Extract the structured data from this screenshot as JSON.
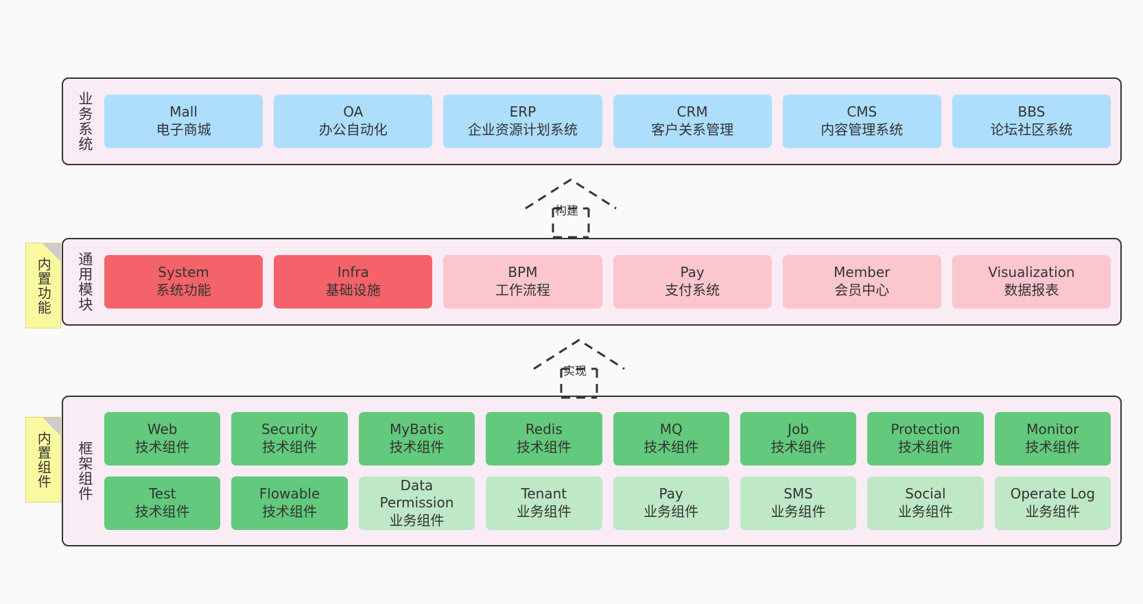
{
  "diagram": {
    "background_color": "#fafafa",
    "layer_bg_color": "#f9ecf5",
    "note_color": "#fbf9a0",
    "colors": {
      "business": "#addefc",
      "module_primary": "#f4636a",
      "module_secondary": "#fbc6ce",
      "tech_component": "#63c97c",
      "biz_component": "#bfe8c6"
    }
  },
  "layers": {
    "business": {
      "title": "业务系统",
      "cards": [
        {
          "name": "Mall",
          "desc": "电子商城"
        },
        {
          "name": "OA",
          "desc": "办公自动化"
        },
        {
          "name": "ERP",
          "desc": "企业资源计划系统"
        },
        {
          "name": "CRM",
          "desc": "客户关系管理"
        },
        {
          "name": "CMS",
          "desc": "内容管理系统"
        },
        {
          "name": "BBS",
          "desc": "论坛社区系统"
        }
      ]
    },
    "module": {
      "title": "通用模块",
      "note": "内置功能",
      "cards": [
        {
          "name": "System",
          "desc": "系统功能"
        },
        {
          "name": "Infra",
          "desc": "基础设施"
        },
        {
          "name": "BPM",
          "desc": "工作流程"
        },
        {
          "name": "Pay",
          "desc": "支付系统"
        },
        {
          "name": "Member",
          "desc": "会员中心"
        },
        {
          "name": "Visualization",
          "desc": "数据报表"
        }
      ]
    },
    "framework": {
      "title": "框架组件",
      "note": "内置组件",
      "row1": [
        {
          "name": "Web",
          "desc": "技术组件"
        },
        {
          "name": "Security",
          "desc": "技术组件"
        },
        {
          "name": "MyBatis",
          "desc": "技术组件"
        },
        {
          "name": "Redis",
          "desc": "技术组件"
        },
        {
          "name": "MQ",
          "desc": "技术组件"
        },
        {
          "name": "Job",
          "desc": "技术组件"
        },
        {
          "name": "Protection",
          "desc": "技术组件"
        },
        {
          "name": "Monitor",
          "desc": "技术组件"
        }
      ],
      "row2": [
        {
          "name": "Test",
          "desc": "技术组件"
        },
        {
          "name": "Flowable",
          "desc": "技术组件"
        },
        {
          "name": "Data Permission",
          "desc": "业务组件"
        },
        {
          "name": "Tenant",
          "desc": "业务组件"
        },
        {
          "name": "Pay",
          "desc": "业务组件"
        },
        {
          "name": "SMS",
          "desc": "业务组件"
        },
        {
          "name": "Social",
          "desc": "业务组件"
        },
        {
          "name": "Operate Log",
          "desc": "业务组件"
        }
      ]
    }
  },
  "connectors": [
    {
      "label": "构建"
    },
    {
      "label": "实现"
    }
  ]
}
